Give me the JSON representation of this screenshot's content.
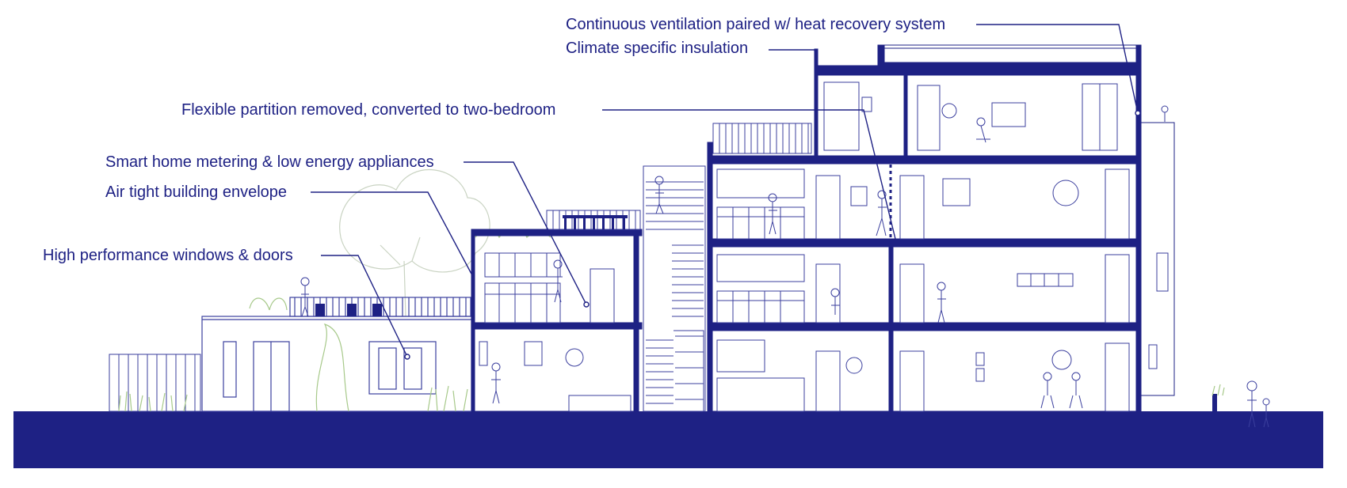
{
  "diagram": {
    "annotations": [
      {
        "id": "ventilation",
        "text": "Continuous ventilation paired w/ heat recovery system"
      },
      {
        "id": "insulation",
        "text": "Climate specific insulation"
      },
      {
        "id": "partition",
        "text": "Flexible partition removed, converted to two-bedroom"
      },
      {
        "id": "metering",
        "text": "Smart home metering & low energy appliances"
      },
      {
        "id": "airtight",
        "text": "Air tight building envelope"
      },
      {
        "id": "windows",
        "text": "High performance windows & doors"
      }
    ],
    "colors": {
      "ink": "#1e2184",
      "line": "#3b3f9e",
      "vegetation": "#a7c98a",
      "tree": "#c9d3c2"
    }
  }
}
